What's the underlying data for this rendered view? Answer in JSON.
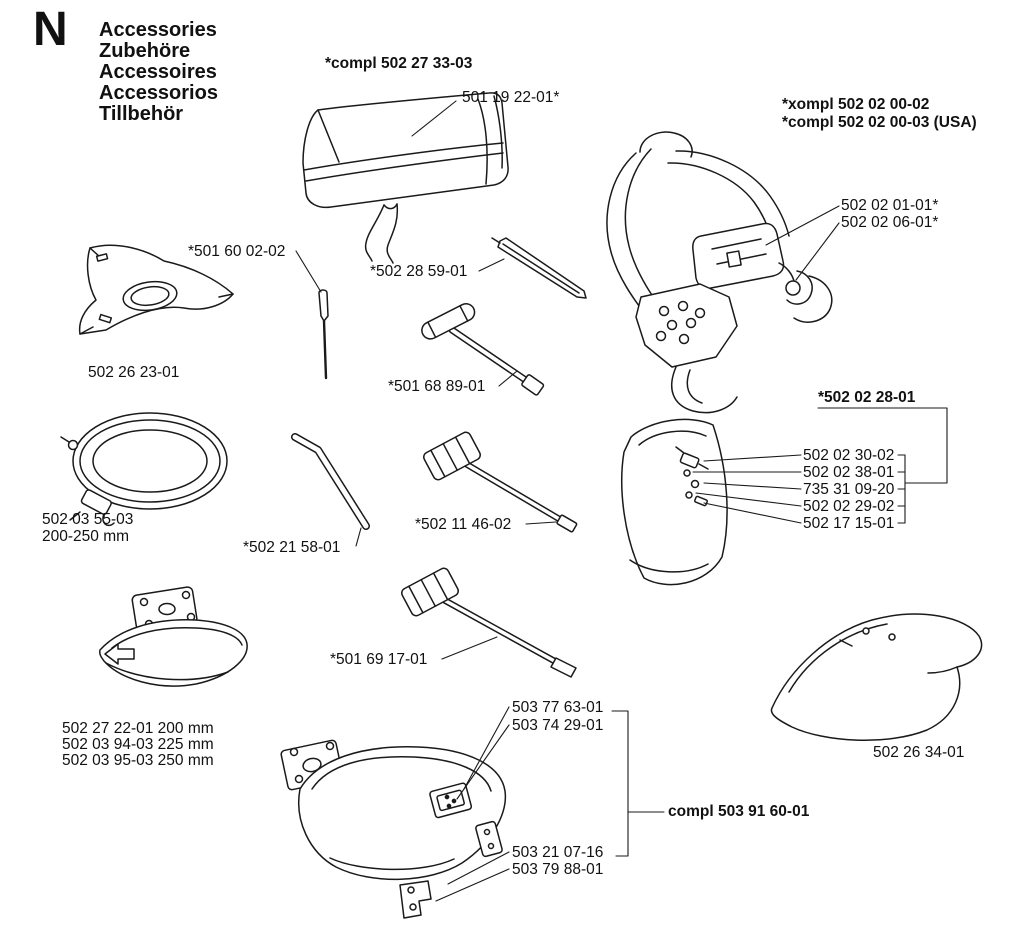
{
  "page": {
    "background": "#ffffff",
    "ink": "#1a1a1a"
  },
  "header": {
    "section_letter": "N",
    "titles": [
      "Accessories",
      "Zubehöre",
      "Accessoires",
      "Accessorios",
      "Tillbehör"
    ]
  },
  "figures": [
    "tool-pouch",
    "carrying-harness",
    "grass-blade",
    "pin-tool",
    "round-file",
    "t-handle-wrench",
    "support-ring",
    "hex-key",
    "socket-wrench",
    "combination-wrench",
    "guard-small",
    "hip-pad",
    "guard-assembly",
    "bracket",
    "deflector-guard"
  ],
  "labels": [
    {
      "part": "tool-pouch-complete",
      "text": "*compl 502 27 33-03"
    },
    {
      "part": "tool-pouch",
      "text": "501 19 22-01*"
    },
    {
      "part": "harness-complete",
      "text": "*xompl 502 02 00-02"
    },
    {
      "part": "harness-complete-usa",
      "text": "*compl 502 02 00-03 (USA)"
    },
    {
      "part": "harness-buckle-plate",
      "text": "502 02 01-01*"
    },
    {
      "part": "harness-hook",
      "text": "502 02 06-01*"
    },
    {
      "part": "pin-tool",
      "text": "*501 60 02-02"
    },
    {
      "part": "round-file",
      "text": "*502 28 59-01"
    },
    {
      "part": "grass-blade",
      "text": "502 26 23-01"
    },
    {
      "part": "t-handle-wrench",
      "text": "*501 68 89-01"
    },
    {
      "part": "hip-pad-complete",
      "text": "*502 02 28-01"
    },
    {
      "part": "hip-pad-part-1",
      "text": "502 02 30-02"
    },
    {
      "part": "hip-pad-part-2",
      "text": "502 02 38-01"
    },
    {
      "part": "hip-pad-part-3",
      "text": "735 31 09-20"
    },
    {
      "part": "hip-pad-part-4",
      "text": "502 02 29-02"
    },
    {
      "part": "hip-pad-part-5",
      "text": "502 17 15-01"
    },
    {
      "part": "support-ring",
      "text": "502 03 55-03"
    },
    {
      "part": "support-ring-size",
      "text": "200-250 mm"
    },
    {
      "part": "hex-key",
      "text": "*502 21 58-01"
    },
    {
      "part": "socket-wrench",
      "text": "*502 11 46-02"
    },
    {
      "part": "combination-wrench",
      "text": "*501 69 17-01"
    },
    {
      "part": "guard-200mm",
      "text": "502 27 22-01 200 mm"
    },
    {
      "part": "guard-225mm",
      "text": "502 03 94-03 225 mm"
    },
    {
      "part": "guard-250mm",
      "text": "502 03 95-03 250 mm"
    },
    {
      "part": "guard-plate",
      "text": "503 77 63-01"
    },
    {
      "part": "guard-decal",
      "text": "503 74 29-01"
    },
    {
      "part": "guard-assembly-complete",
      "text": "compl 503 91 60-01"
    },
    {
      "part": "guard-bracket",
      "text": "503 21 07-16"
    },
    {
      "part": "guard-bracket-screw",
      "text": "503 79 88-01"
    },
    {
      "part": "deflector-guard",
      "text": "502 26 34-01"
    }
  ]
}
